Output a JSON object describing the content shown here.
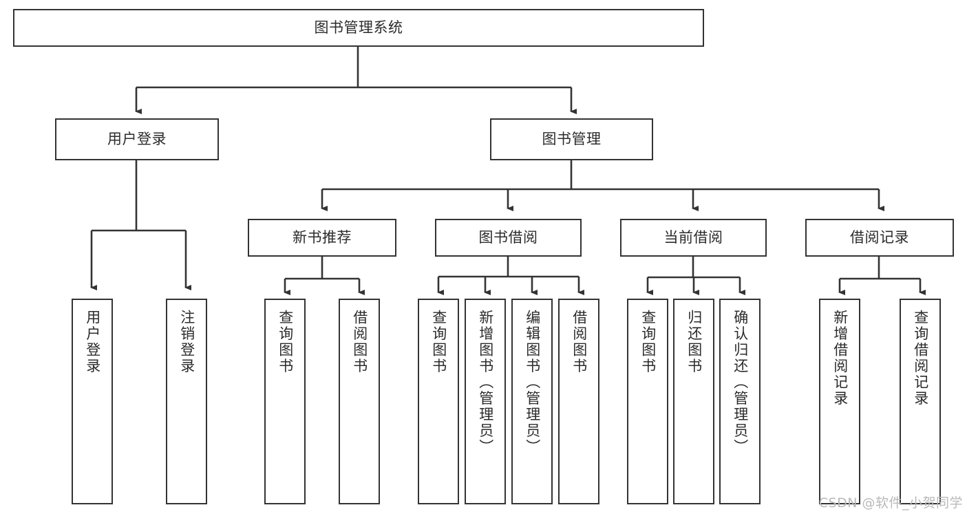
{
  "diagram": {
    "title": "图书管理系统",
    "type": "tree-hierarchy",
    "watermark": "CSDN @软件_小贺同学",
    "colors": {
      "box_border": "#333333",
      "box_fill": "#ffffff",
      "text": "#2b2b2b",
      "connector": "#333333",
      "watermark": "#b9b9b9",
      "background": "#ffffff"
    },
    "nodes": {
      "root": {
        "label": "图书管理系统",
        "level": 0,
        "orientation": "horizontal"
      },
      "l1_user_login": {
        "label": "用户登录",
        "level": 1,
        "orientation": "horizontal"
      },
      "l1_book_mgmt": {
        "label": "图书管理",
        "level": 1,
        "orientation": "horizontal"
      },
      "l2_new_book_rec": {
        "label": "新书推荐",
        "level": 2,
        "orientation": "horizontal"
      },
      "l2_book_borrow": {
        "label": "图书借阅",
        "level": 2,
        "orientation": "horizontal"
      },
      "l2_current_borrow": {
        "label": "当前借阅",
        "level": 2,
        "orientation": "horizontal"
      },
      "l2_borrow_record": {
        "label": "借阅记录",
        "level": 2,
        "orientation": "horizontal"
      },
      "l3_user_login": {
        "label": "用户登录",
        "level": 3,
        "orientation": "vertical"
      },
      "l3_logout": {
        "label": "注销登录",
        "level": 3,
        "orientation": "vertical"
      },
      "l3_query_book_a": {
        "label": "查询图书",
        "level": 3,
        "orientation": "vertical"
      },
      "l3_borrow_book_a": {
        "label": "借阅图书",
        "level": 3,
        "orientation": "vertical"
      },
      "l3_query_book_b": {
        "label": "查询图书",
        "level": 3,
        "orientation": "vertical"
      },
      "l3_add_book": {
        "label": "新增图书（管理员）",
        "level": 3,
        "orientation": "vertical"
      },
      "l3_edit_book": {
        "label": "编辑图书（管理员）",
        "level": 3,
        "orientation": "vertical"
      },
      "l3_borrow_book_b": {
        "label": "借阅图书",
        "level": 3,
        "orientation": "vertical"
      },
      "l3_query_book_c": {
        "label": "查询图书",
        "level": 3,
        "orientation": "vertical"
      },
      "l3_return_book": {
        "label": "归还图书",
        "level": 3,
        "orientation": "vertical"
      },
      "l3_confirm_return": {
        "label": "确认归还（管理员）",
        "level": 3,
        "orientation": "vertical"
      },
      "l3_add_record": {
        "label": "新增借阅记录",
        "level": 3,
        "orientation": "vertical"
      },
      "l3_query_record": {
        "label": "查询借阅记录",
        "level": 3,
        "orientation": "vertical"
      }
    },
    "edges": [
      {
        "from": "root",
        "to": "l1_user_login"
      },
      {
        "from": "root",
        "to": "l1_book_mgmt"
      },
      {
        "from": "l1_user_login",
        "to": "l3_user_login"
      },
      {
        "from": "l1_user_login",
        "to": "l3_logout"
      },
      {
        "from": "l1_book_mgmt",
        "to": "l2_new_book_rec"
      },
      {
        "from": "l1_book_mgmt",
        "to": "l2_book_borrow"
      },
      {
        "from": "l1_book_mgmt",
        "to": "l2_current_borrow"
      },
      {
        "from": "l1_book_mgmt",
        "to": "l2_borrow_record"
      },
      {
        "from": "l2_new_book_rec",
        "to": "l3_query_book_a"
      },
      {
        "from": "l2_new_book_rec",
        "to": "l3_borrow_book_a"
      },
      {
        "from": "l2_book_borrow",
        "to": "l3_query_book_b"
      },
      {
        "from": "l2_book_borrow",
        "to": "l3_add_book"
      },
      {
        "from": "l2_book_borrow",
        "to": "l3_edit_book"
      },
      {
        "from": "l2_book_borrow",
        "to": "l3_borrow_book_b"
      },
      {
        "from": "l2_current_borrow",
        "to": "l3_query_book_c"
      },
      {
        "from": "l2_current_borrow",
        "to": "l3_return_book"
      },
      {
        "from": "l2_current_borrow",
        "to": "l3_confirm_return"
      },
      {
        "from": "l2_borrow_record",
        "to": "l3_add_record"
      },
      {
        "from": "l2_borrow_record",
        "to": "l3_query_record"
      }
    ]
  }
}
